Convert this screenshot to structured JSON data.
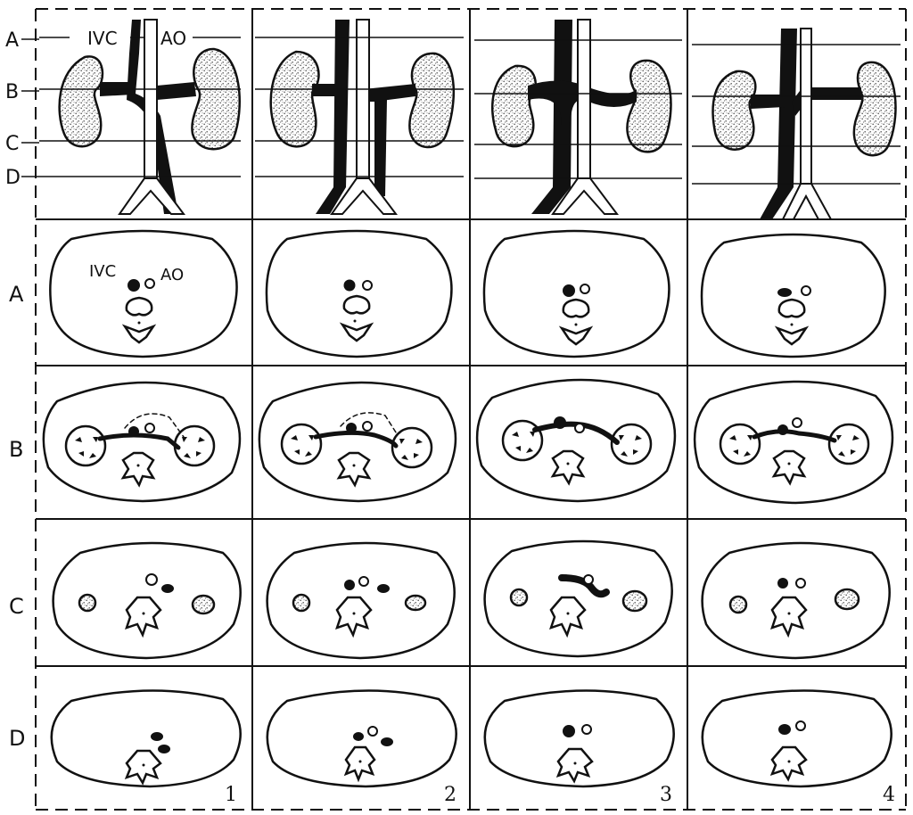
{
  "figure": {
    "vessel_labels": {
      "ivc": "IVC",
      "ao": "AO"
    },
    "level_labels": [
      "A",
      "B",
      "C",
      "D"
    ],
    "panel_numbers": [
      "1",
      "2",
      "3",
      "4"
    ],
    "colors": {
      "ink": "#111111",
      "paper": "#ffffff",
      "kidney_stipple": "#6f6f6f"
    }
  }
}
